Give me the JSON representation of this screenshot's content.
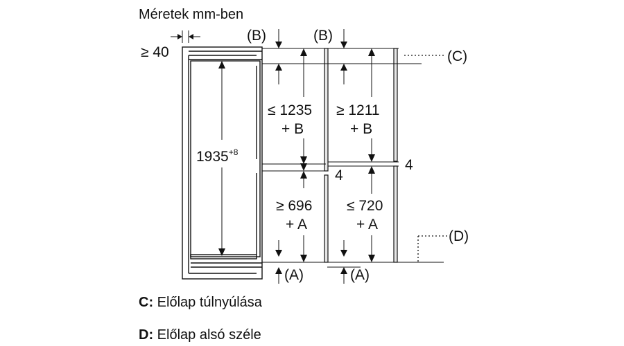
{
  "title": "Méretek mm-ben",
  "labels": {
    "gap_top": "≥ 40",
    "height_total": "1935",
    "height_total_sup": "+8",
    "b_left": "(B)",
    "b_right": "(B)",
    "a_left": "(A)",
    "a_right": "(A)",
    "c_marker": "(C)",
    "d_marker": "(D)",
    "upper_left_line1": "≤ 1235",
    "upper_left_line2": "+ B",
    "upper_right_line1": "≥ 1211",
    "upper_right_line2": "+ B",
    "lower_left_line1": "≥ 696",
    "lower_left_line2": "+ A",
    "lower_right_line1": "≤ 720",
    "lower_right_line2": "+ A",
    "gap_mid_left": "4",
    "gap_mid_right": "4"
  },
  "legend": [
    {
      "key": "C:",
      "text": " Előlap túlnyúlása"
    },
    {
      "key": "D:",
      "text": " Előlap alsó széle"
    }
  ]
}
